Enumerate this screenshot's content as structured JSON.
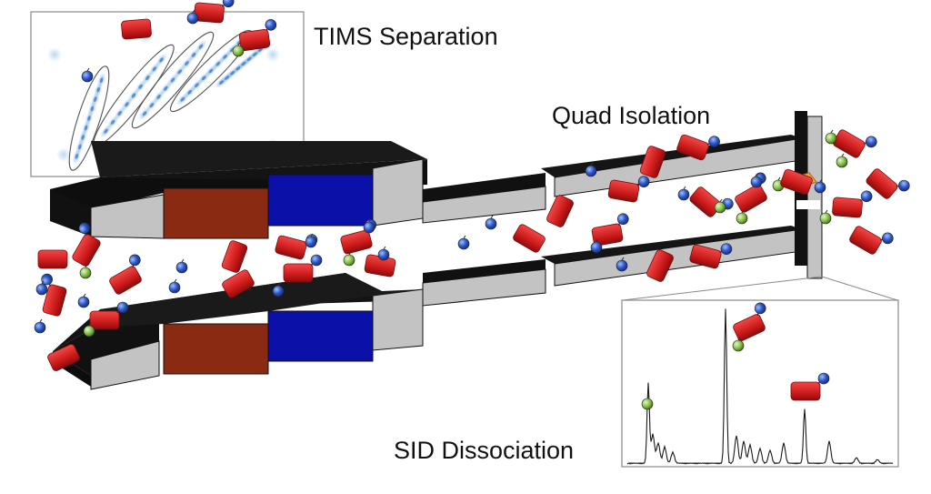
{
  "labels": {
    "tims": "TIMS Separation",
    "quad": "Quad Isolation",
    "sid": "SID Dissociation"
  },
  "colors": {
    "ion_red": "#d42020",
    "ion_red_dark": "#8c0c0c",
    "ion_blue": "#2d55c6",
    "ion_green": "#7dbb3e",
    "tunnel_top": "#141414",
    "tunnel_face": "#c3c3c3",
    "electrode_brown": "#8b2a12",
    "electrode_blue": "#0a10a8",
    "heatmap_blue": "#3b8bd4",
    "fragment_orange": "#f0a23a"
  },
  "icons": [
    "precursor-ion-icon",
    "fragment-ion-icon",
    "collision-surface-icon"
  ]
}
